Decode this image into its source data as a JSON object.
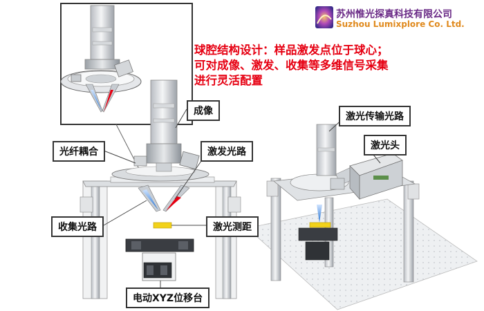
{
  "company": {
    "name_cn": "苏州惟光探真科技有限公司",
    "name_en": "Suzhou Lumixplore Co. Ltd."
  },
  "headline": "球腔结构设计：样品激发点位于球心；可对成像、激发、收集等多维信号采集进行灵活配置",
  "labels": {
    "imaging": "成像",
    "fiber_coupling": "光纤耦合",
    "excitation_path": "激发光路",
    "collection_path": "收集光路",
    "laser_ranging": "激光测距",
    "xyz_stage": "电动XYZ位移台",
    "laser_transmission": "激光传输光路",
    "laser_head": "激光头"
  },
  "colors": {
    "accent_red": "#e60012",
    "brand_purple": "#6a2a86",
    "brand_orange": "#e08a1e",
    "beam_blue": "#1f6fd0",
    "sample_yellow": "#f2d21a"
  }
}
